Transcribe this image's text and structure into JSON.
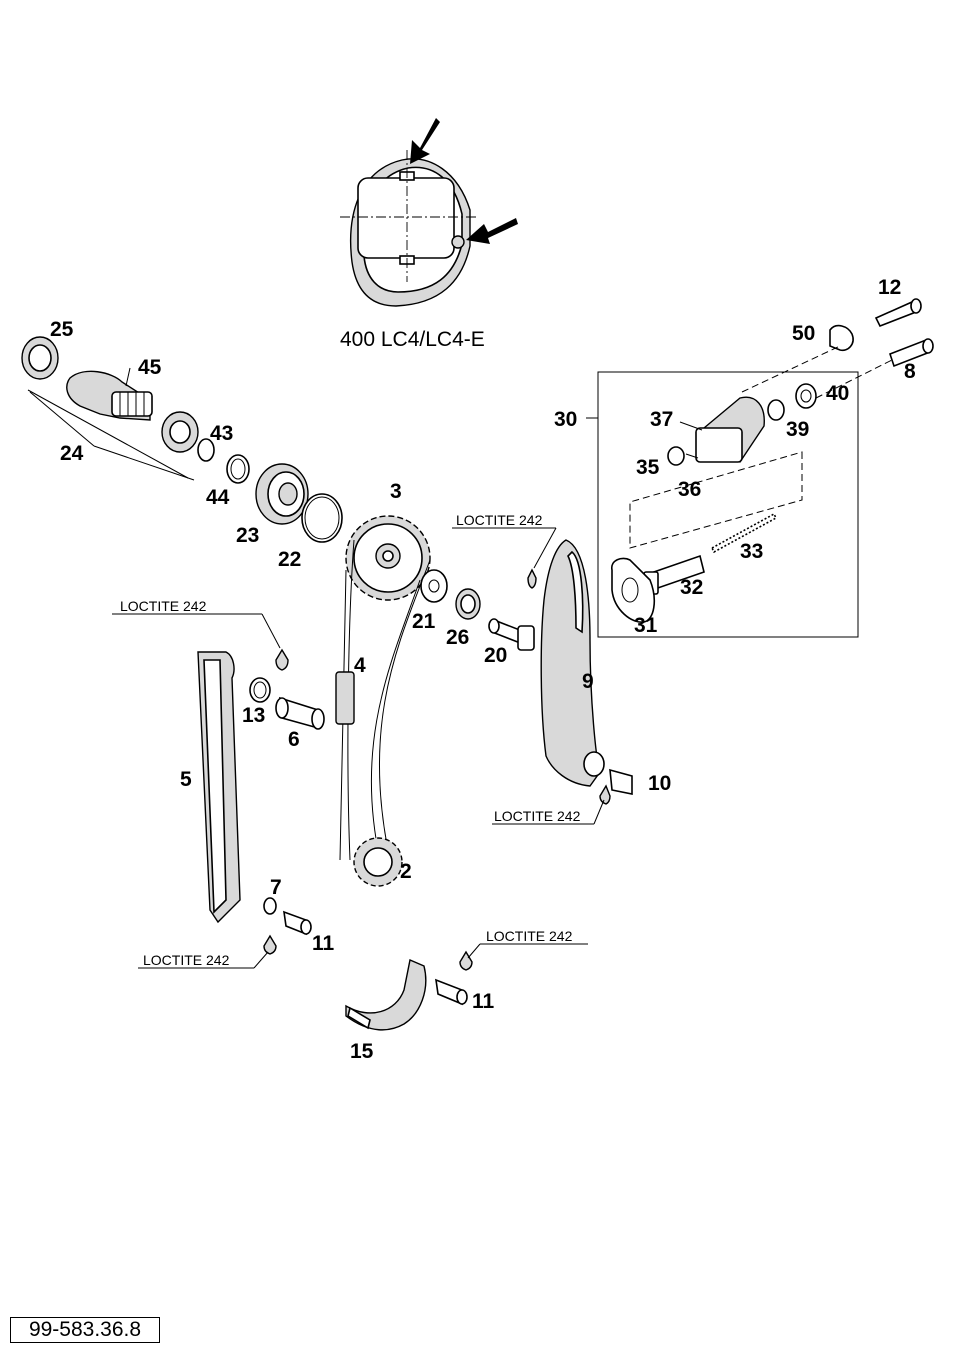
{
  "caption": "400 LC4/LC4-E",
  "loctite_labels": [
    "LOCTITE 242",
    "LOCTITE 242",
    "LOCTITE 242",
    "LOCTITE 242",
    "LOCTITE 242"
  ],
  "part_labels": [
    "25",
    "45",
    "24",
    "43",
    "44",
    "23",
    "22",
    "3",
    "21",
    "26",
    "20",
    "4",
    "13",
    "6",
    "5",
    "9",
    "10",
    "2",
    "7",
    "11",
    "11",
    "15",
    "12",
    "50",
    "8",
    "40",
    "30",
    "37",
    "39",
    "35",
    "36",
    "33",
    "32",
    "31"
  ],
  "document_id": "99-583.36.8"
}
